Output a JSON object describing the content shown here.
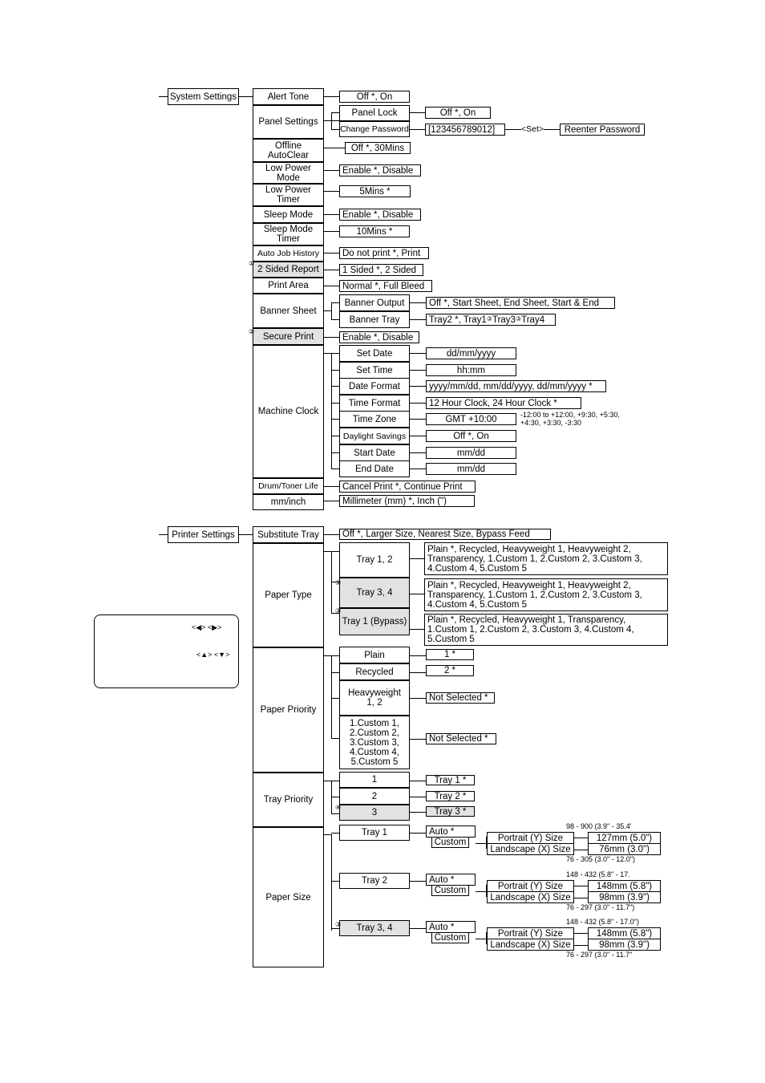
{
  "system_settings": {
    "root": "System Settings",
    "alert_tone": {
      "label": "Alert Tone",
      "value": "Off *, On"
    },
    "panel_settings": {
      "label": "Panel Settings",
      "panel_lock": {
        "label": "Panel Lock",
        "value": "Off *, On"
      },
      "change_password": {
        "label": "Change Password",
        "value": "[123456789012]",
        "set": "<Set>",
        "reenter": "Reenter Password"
      }
    },
    "offline_autoclear": {
      "label": "Offline\nAutoClear",
      "value": "Off *, 30Mins"
    },
    "low_power_mode": {
      "label": "Low Power\nMode",
      "value": "Enable *, Disable"
    },
    "low_power_timer": {
      "label": "Low Power\nTimer",
      "value": "5Mins *"
    },
    "sleep_mode": {
      "label": "Sleep Mode",
      "value": "Enable *, Disable"
    },
    "sleep_mode_timer": {
      "label": "Sleep Mode\nTimer",
      "value": "10Mins *"
    },
    "auto_job_history": {
      "label": "Auto Job History",
      "value": "Do not print *, Print"
    },
    "two_sided_report": {
      "mark": "①",
      "label": "2 Sided Report",
      "value": "1 Sided *, 2 Sided"
    },
    "print_area": {
      "label": "Print Area",
      "value": "Normal *, Full Bleed"
    },
    "banner_sheet": {
      "label": "Banner Sheet",
      "output": {
        "label": "Banner Output",
        "value": "Off *, Start Sheet, End Sheet, Start & End"
      },
      "tray": {
        "label": "Banner Tray",
        "value_a": "Tray2 *, Tray1",
        "mark_a": "③",
        "value_b": "Tray3",
        "mark_b": "③",
        "value_c": "Tray4"
      }
    },
    "secure_print": {
      "mark": "②",
      "label": "Secure Print",
      "value": "Enable *, Disable"
    },
    "machine_clock": {
      "label": "Machine Clock",
      "set_date": {
        "label": "Set Date",
        "value": "dd/mm/yyyy"
      },
      "set_time": {
        "label": "Set Time",
        "value": "hh:mm"
      },
      "date_format": {
        "label": "Date Format",
        "value": "yyyy/mm/dd, mm/dd/yyyy, dd/mm/yyyy *"
      },
      "time_format": {
        "label": "Time Format",
        "value": "12 Hour Clock, 24 Hour Clock *"
      },
      "time_zone": {
        "label": "Time Zone",
        "value": "GMT +10:00",
        "note": "-12:00 to +12:00,  +9:30, +5:30,\n+4:30, +3:30, -3:30"
      },
      "daylight_savings": {
        "label": "Daylight Savings",
        "value": "Off *, On"
      },
      "start_date": {
        "label": "Start Date",
        "value": "mm/dd"
      },
      "end_date": {
        "label": "End Date",
        "value": "mm/dd"
      }
    },
    "drum_toner_life": {
      "label": "Drum/Toner Life",
      "value": "Cancel Print *, Continue Print"
    },
    "mm_inch": {
      "label": "mm/inch",
      "value": "Millimeter (mm) *, Inch (\")"
    }
  },
  "printer_settings": {
    "root": "Printer Settings",
    "substitute_tray": {
      "label": "Substitute Tray",
      "value": "Off *, Larger Size, Nearest Size, Bypass Feed"
    },
    "paper_type": {
      "label": "Paper Type",
      "tray_1_2": {
        "label": "Tray 1, 2",
        "value": "Plain *, Recycled, Heavyweight 1, Heavyweight 2,\nTransparency, 1.Custom 1, 2.Custom 2, 3.Custom 3,\n4.Custom 4, 5.Custom 5"
      },
      "tray_3_4": {
        "mark": "③",
        "label": "Tray 3, 4",
        "value": "Plain *, Recycled, Heavyweight 1, Heavyweight 2,\nTransparency, 1.Custom 1, 2.Custom 2, 3.Custom 3,\n4.Custom 4, 5.Custom 5"
      },
      "tray_1_bypass": {
        "mark": "③",
        "label": "Tray 1 (Bypass)",
        "value": "Plain *, Recycled, Heavyweight 1, Transparency,\n1.Custom 1, 2.Custom 2, 3.Custom 3, 4.Custom 4,\n5.Custom 5"
      }
    },
    "paper_priority": {
      "label": "Paper Priority",
      "plain": {
        "label": "Plain",
        "value": "1 *"
      },
      "recycled": {
        "label": "Recycled",
        "value": "2 *"
      },
      "heavyweight": {
        "label": "Heavyweight\n1, 2",
        "value": "Not Selected *"
      },
      "custom": {
        "label": "1.Custom 1,\n2.Custom 2,\n3.Custom 3,\n4.Custom 4,\n5.Custom 5",
        "value": "Not Selected *"
      }
    },
    "tray_priority": {
      "label": "Tray Priority",
      "p1": {
        "label": "1",
        "value": "Tray 1 *"
      },
      "p2": {
        "label": "2",
        "value": "Tray 2 *"
      },
      "p3": {
        "mark": "④",
        "label": "3",
        "value": "Tray 3 *"
      }
    },
    "paper_size": {
      "label": "Paper Size",
      "tray1": {
        "label": "Tray 1",
        "auto": "Auto *",
        "custom": "Custom",
        "portrait": "Portrait (Y) Size",
        "landscape": "Landscape (X) Size",
        "portrait_value": "127mm (5.0\")",
        "landscape_value": "76mm (3.0\")",
        "portrait_range": "98 - 900 (3.9\" - 35.4'",
        "landscape_range": "76 - 305 (3.0\" - 12.0\")"
      },
      "tray2": {
        "label": "Tray 2",
        "auto": "Auto *",
        "custom": "Custom",
        "portrait": "Portrait (Y) Size",
        "landscape": "Landscape (X) Size",
        "portrait_value": "148mm (5.8\")",
        "landscape_value": "98mm (3.9\")",
        "portrait_range": "148 - 432 (5.8\" - 17.",
        "landscape_range": "76 - 297 (3.0\" - 11.7\")"
      },
      "tray34": {
        "mark": "③",
        "label": "Tray 3, 4",
        "auto": "Auto *",
        "custom": "Custom",
        "portrait": "Portrait (Y) Size",
        "landscape": "Landscape (X) Size",
        "portrait_value": "148mm (5.8\")",
        "landscape_value": "98mm (3.9\")",
        "portrait_range": "148 - 432 (5.8\" - 17.0\")",
        "landscape_range": "76 - 297 (3.0\" - 11.7\""
      }
    }
  },
  "legend": {
    "line1": "<◀> <▶>",
    "line2": "<▲> <▼>"
  }
}
